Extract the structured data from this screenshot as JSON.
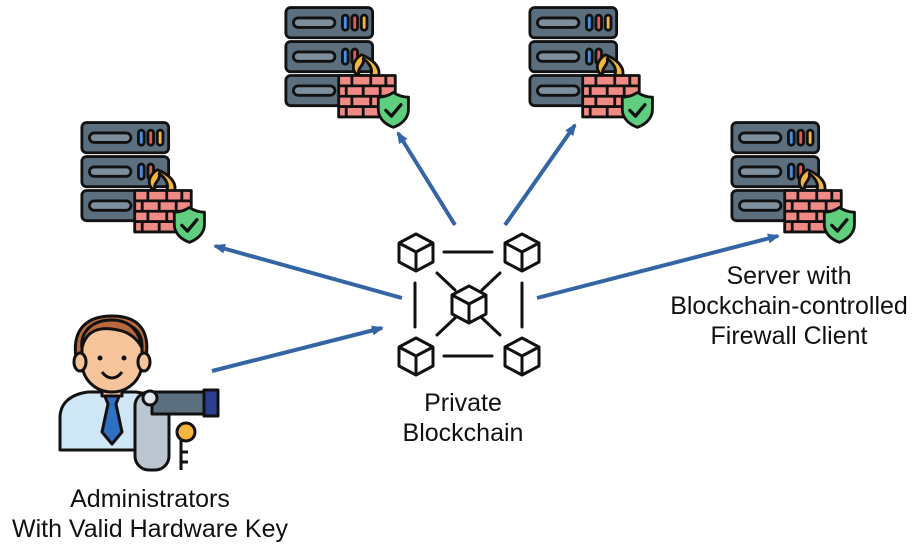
{
  "labels": {
    "blockchain": [
      "Private",
      "Blockchain"
    ],
    "server": [
      "Server with",
      "Blockchain-controlled",
      "Firewall Client"
    ],
    "admin": [
      "Administrators",
      "With Valid Hardware Key"
    ]
  },
  "icons": {
    "server": "server-rack-icon",
    "firewall": "firewall-icon",
    "shield": "shield-check-icon",
    "blockchain": "blockchain-network-icon",
    "admin": "administrator-icon",
    "key": "hardware-key-icon"
  },
  "colors": {
    "arrow": "#3465a4",
    "server_body": "#5c6f7f",
    "server_slot": "#7d8e9d",
    "wall": "#f08a84",
    "flame": "#f4b63d",
    "shield": "#5fcf7f",
    "outline": "#111111"
  }
}
